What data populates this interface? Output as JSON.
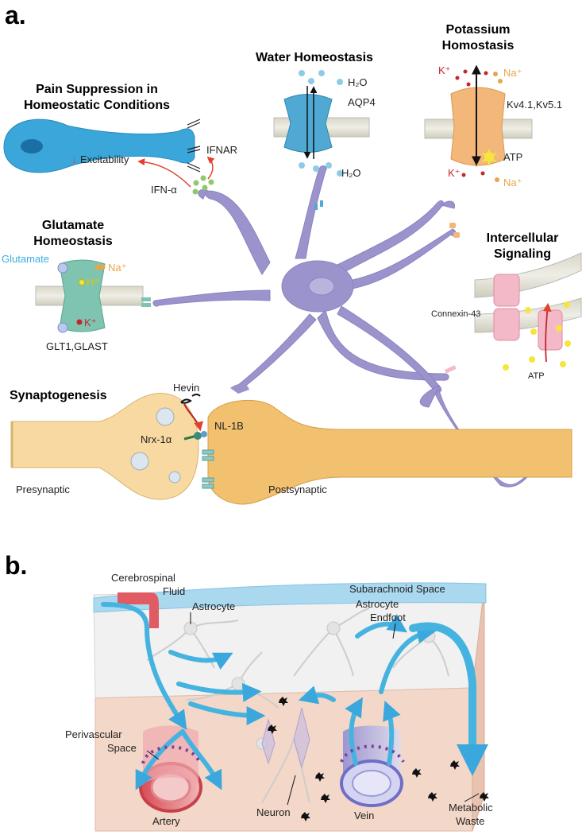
{
  "panel_a": {
    "label": "a.",
    "pain": {
      "title_line1": "Pain Suppression in",
      "title_line2": "Homeostatic Conditions",
      "excitability": "Excitability",
      "ifnar": "IFNAR",
      "ifn": "IFN-α"
    },
    "water": {
      "title": "Water Homeostasis",
      "h2o_top": "H₂O",
      "aqp4": "AQP4",
      "h2o_bottom": "H₂O"
    },
    "potassium": {
      "title_line1": "Potassium",
      "title_line2": "Homostasis",
      "k_top": "K⁺",
      "na_top": "Na⁺",
      "channels": "Kv4.1,Kv5.1",
      "atp": "ATP",
      "k_bottom": "K⁺",
      "na_bottom": "Na⁺"
    },
    "glutamate": {
      "title_line1": "Glutamate",
      "title_line2": "Homeostasis",
      "glutamate": "Glutamate",
      "na": "Na⁺",
      "h": "H⁺",
      "k": "K⁺",
      "transporters": "GLT1,GLAST"
    },
    "intercellular": {
      "title_line1": "Intercellular",
      "title_line2": "Signaling",
      "connexin": "Connexin-43",
      "atp": "ATP"
    },
    "synaptogenesis": {
      "title": "Synaptogenesis",
      "hevin": "Hevin",
      "nrx": "Nrx-1α",
      "nl": "NL-1B",
      "presynaptic": "Presynaptic",
      "postsynaptic": "Postsynaptic"
    }
  },
  "panel_b": {
    "label": "b.",
    "csf_line1": "Cerebrospinal",
    "csf_line2": "Fluid",
    "subarachnoid": "Subarachnoid Space",
    "astrocyte": "Astrocyte",
    "endfoot_line1": "Astrocyte",
    "endfoot_line2": "Endfoot",
    "perivascular_line1": "Perivascular",
    "perivascular_line2": "Space",
    "artery": "Artery",
    "neuron": "Neuron",
    "vein": "Vein",
    "waste_line1": "Metabolic",
    "waste_line2": "Waste"
  },
  "colors": {
    "astrocyte": "#9b94cc",
    "neuron_blue": "#3ba6d9",
    "aqp4": "#4fa9d3",
    "potassium_channel": "#f2b779",
    "glutamate_transporter": "#7fc4b0",
    "connexin": "#f4b9c9",
    "synapse": "#f2cd86",
    "csf": "#a9d8ef",
    "tissue": "#f3d7c8",
    "artery": "#e15b63",
    "vein": "#8f8fd8",
    "flow_arrow": "#45b3e0"
  }
}
